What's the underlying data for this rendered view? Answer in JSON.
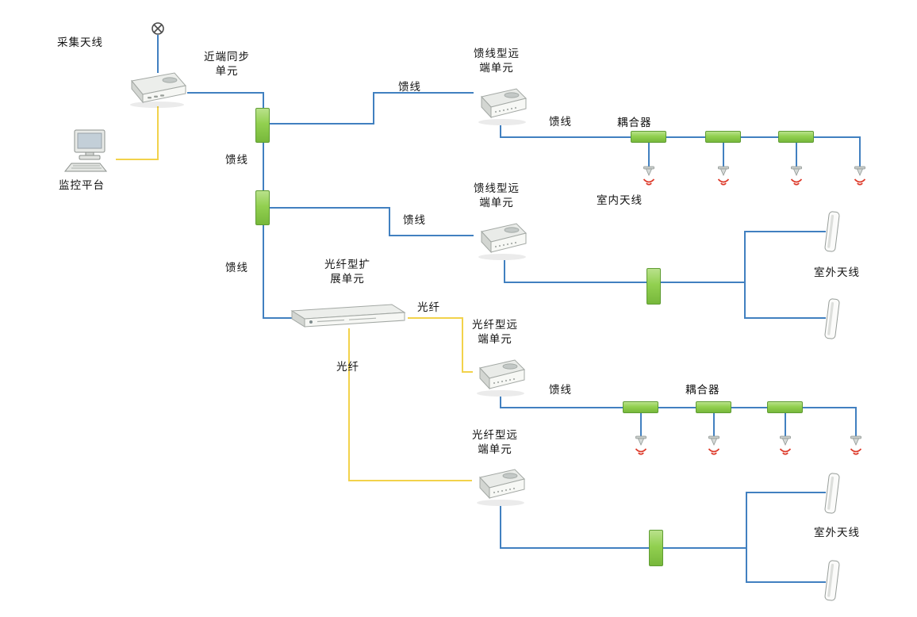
{
  "diagram": {
    "labels": {
      "collect_antenna": "采集天线",
      "near_end_sync_unit": "近端同步\n单元",
      "monitor_platform": "监控平台",
      "feeder": "馈线",
      "feeder_remote_unit": "馈线型远\n端单元",
      "coupler": "耦合器",
      "indoor_antenna": "室内天线",
      "outdoor_antenna": "室外天线",
      "fiber_expansion_unit": "光纤型扩\n展单元",
      "fiber": "光纤",
      "fiber_remote_unit": "光纤型远\n端单元"
    },
    "colors": {
      "feeder_line": "#4180c0",
      "fiber_line": "#f2d24b",
      "coupler_fill": "#92d050",
      "coupler_border": "#5f9c33",
      "signal_arc": "#dd3a2a"
    }
  }
}
